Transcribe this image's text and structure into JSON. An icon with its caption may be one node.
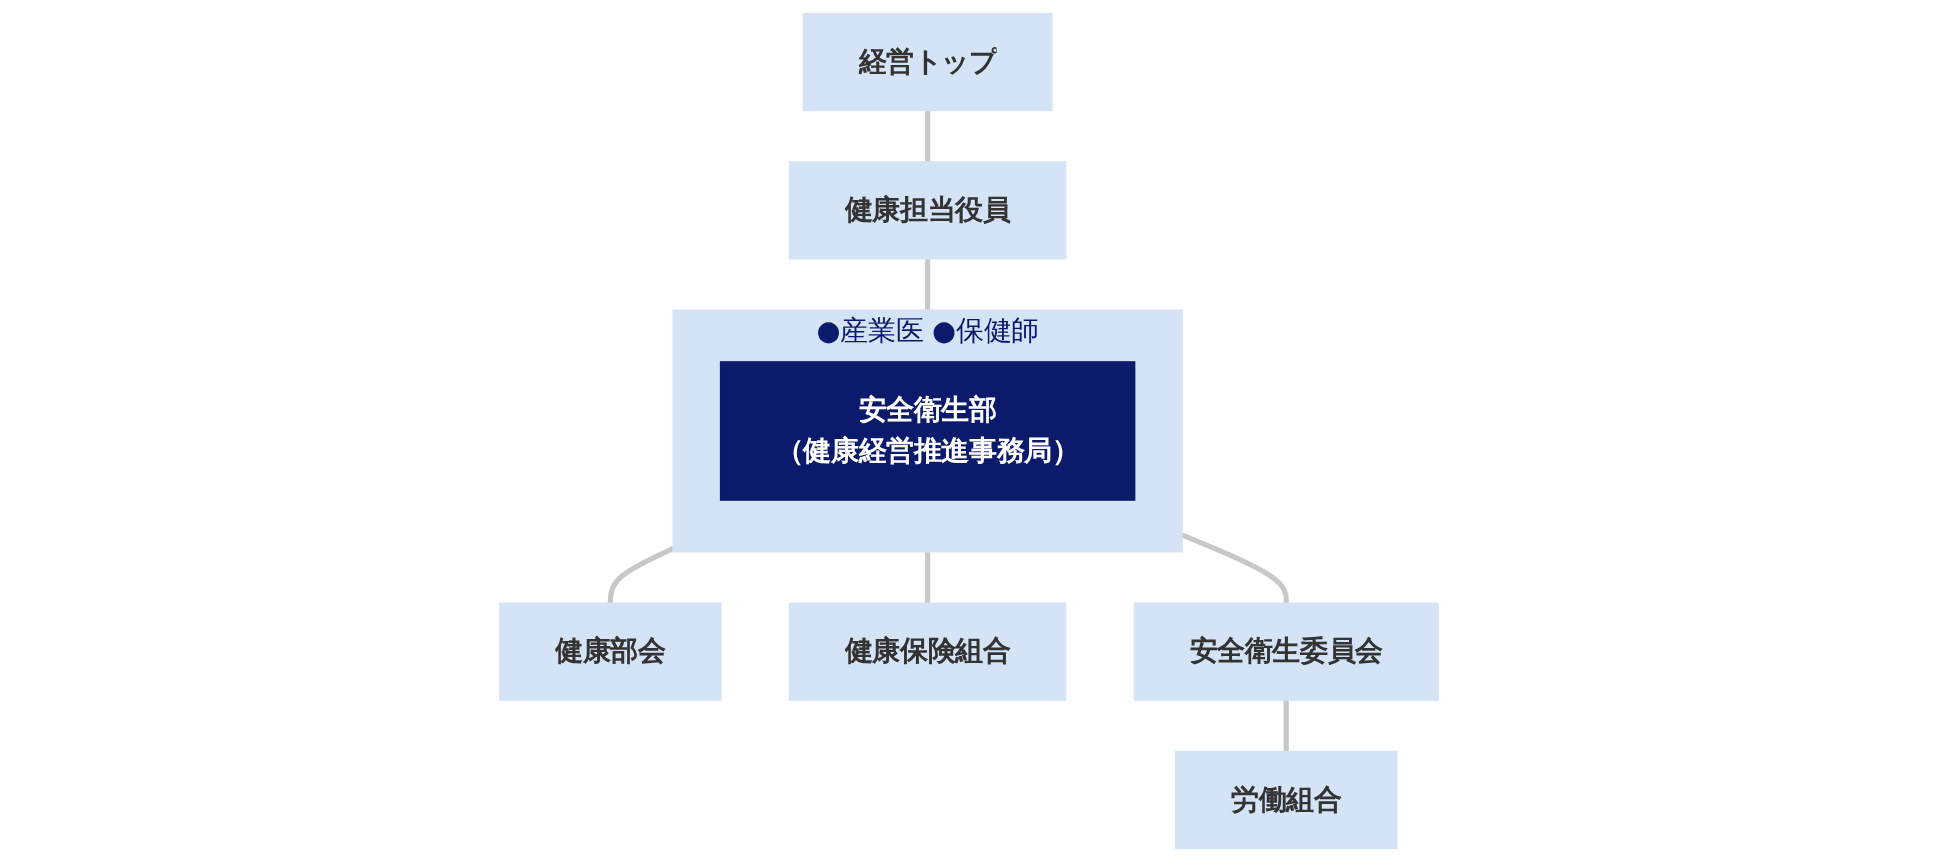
{
  "diagram": {
    "nodes": [
      {
        "text": [
          "経営トップ"
        ]
      },
      {
        "text": [
          "健康担当役員"
        ]
      },
      {
        "text": [
          "●産業医 ●保健師"
        ]
      },
      {
        "text": [
          "安全衛生部",
          "（健康経営推進事務局）"
        ],
        "in": 2
      },
      {
        "text": [
          "健康部会"
        ]
      },
      {
        "text": [
          "健康保険組合"
        ]
      },
      {
        "text": [
          "安全衛生委員会"
        ]
      },
      {
        "text": [
          "労働組合"
        ]
      }
    ],
    "edges": [
      {
        "from": 0,
        "to": 1,
        "arrow": "none"
      },
      {
        "from": 1,
        "to": 2,
        "arrow": "none"
      },
      {
        "from": 2,
        "to": 4,
        "arrow": "none"
      },
      {
        "from": 2,
        "to": 5,
        "arrow": "none"
      },
      {
        "from": 2,
        "to": 6,
        "arrow": "none"
      },
      {
        "from": 6,
        "to": 7,
        "arrow": "none"
      }
    ]
  }
}
